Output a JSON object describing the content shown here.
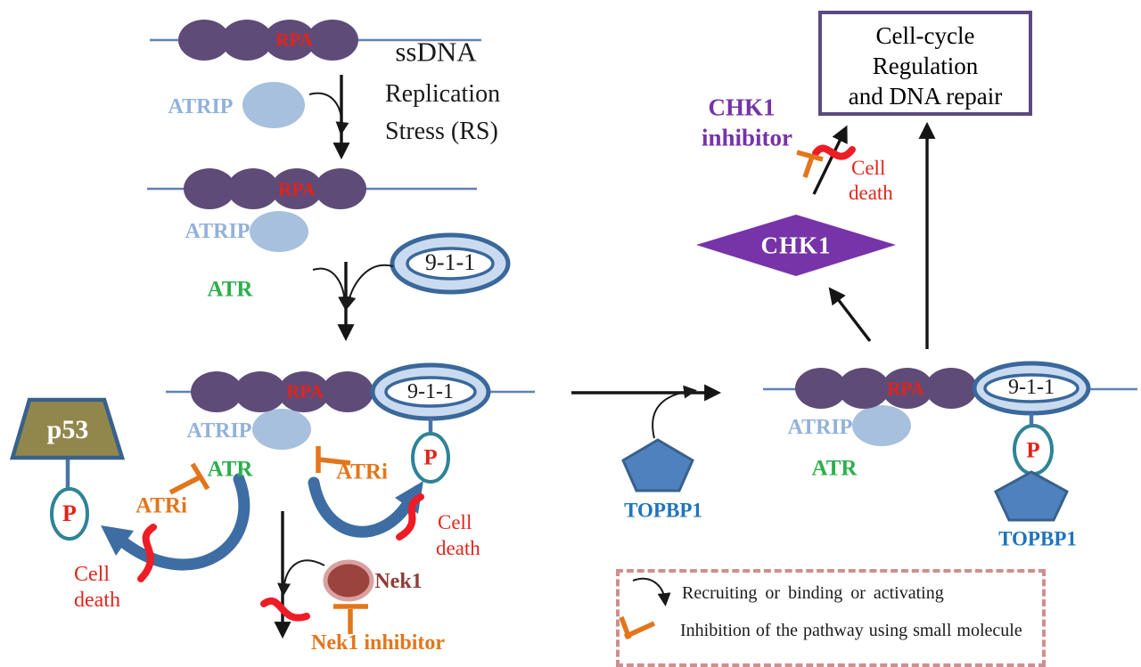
{
  "palette": {
    "dna_line": "#5F81B6",
    "rpa_oval": "#5E4B78",
    "rpa_text": "#E2231A",
    "atrip_text": "#92B1DB",
    "atrip_oval": "#A6C0DE",
    "atr_text": "#2CAF4C",
    "atr_fill": "#798D3F",
    "atr_border": "#25B14B",
    "nine_one_one_ring": "#3A689B",
    "nine_one_one_fill": "#CADBF0",
    "phospho_ring": "#2F8396",
    "phospho_text": "#E2231A",
    "p53_fill": "#91874D",
    "p53_border": "#38618C",
    "inhibitor_orange": "#E2761B",
    "cell_death_red": "#EE1C25",
    "thick_arrow_blue": "#3D6DA3",
    "chk1_purple": "#7634A8",
    "outcome_box_border": "#5B4A80",
    "topbp1_fill": "#4E81BD",
    "topbp1_text": "#2074BC",
    "nek1_fill": "#9B433D",
    "nek1_ring": "#D9A1A0",
    "nek1_text": "#8E3B36",
    "legend_border": "#CE8F8D"
  },
  "labels": {
    "ssdna": "ssDNA",
    "rpa": "RPA",
    "atrip": "ATRIP",
    "atr": "ATR",
    "nine_one_one": "9-1-1",
    "phospho": "P",
    "p53": "p53",
    "atri": "ATRi",
    "nek1": "Nek1",
    "nek1_inhibitor": "Nek1 inhibitor",
    "chk1": "CHK1",
    "topbp1": "TOPBP1"
  },
  "replication_stress": {
    "line1": "Replication",
    "line2": "Stress (RS)"
  },
  "chk1_inhibitor": {
    "line1": "CHK1",
    "line2": "inhibitor"
  },
  "cell_death": {
    "line1": "Cell",
    "line2": "death"
  },
  "cell_cycle_box": {
    "line1": "Cell-cycle",
    "line2": "Regulation",
    "line3": "and DNA repair"
  },
  "legend": {
    "recruiting": "Recruiting or binding or activating",
    "inhibition": "Inhibition of the pathway using small molecule"
  }
}
